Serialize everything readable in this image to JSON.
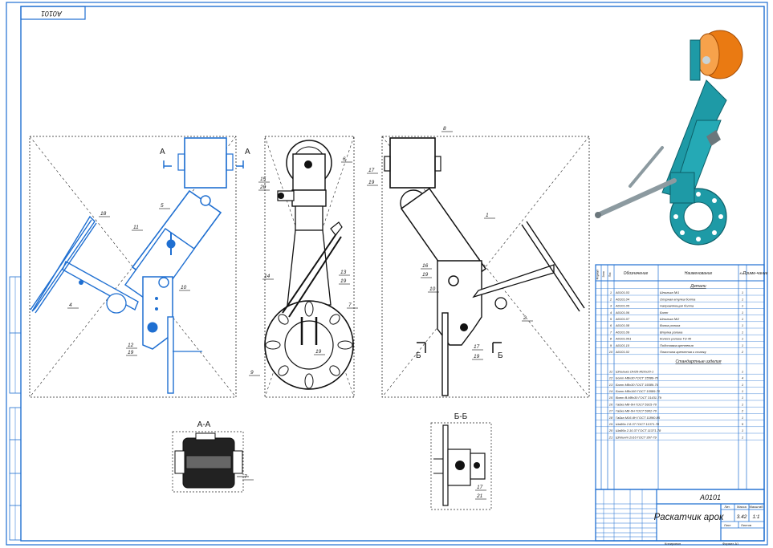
{
  "frame": {
    "corner_stamp": "А0101",
    "view_labels": {
      "aa_arrow_left": "A",
      "aa_arrow_right": "A",
      "section_aa": "A-A",
      "section_bb": "Б-Б",
      "bb_arrow_left": "Б",
      "bb_arrow_right": "Б"
    }
  },
  "callouts": {
    "v1": [
      "18",
      "5",
      "11",
      "10",
      "4",
      "12",
      "19"
    ],
    "v2": [
      "15",
      "20",
      "6",
      "14",
      "13",
      "19",
      "7",
      "19",
      "9"
    ],
    "v3": [
      "8",
      "17",
      "19",
      "1",
      "16",
      "19",
      "10",
      "2",
      "17",
      "19"
    ],
    "aa": [
      "7"
    ],
    "bb": [
      "17",
      "21"
    ]
  },
  "parts_table": {
    "headers": [
      "Формат",
      "Зона",
      "Поз.",
      "Обозначение",
      "Наименование",
      "Кол.",
      "Приме-чание"
    ],
    "section_assemblies": "Детали",
    "section_standard": "Стандартные изделия",
    "rows_parts": [
      {
        "pos": "1",
        "code": "А0101.03",
        "name": "Шпилька №1",
        "qty": "1"
      },
      {
        "pos": "2",
        "code": "А0101.04",
        "name": "Опорная втулка болта",
        "qty": "1"
      },
      {
        "pos": "3",
        "code": "А0101.05",
        "name": "Направляющая болта",
        "qty": "1"
      },
      {
        "pos": "4",
        "code": "А0101.06",
        "name": "Болт",
        "qty": "1"
      },
      {
        "pos": "5",
        "code": "А0101.07",
        "name": "Шпилька №2",
        "qty": "1"
      },
      {
        "pos": "6",
        "code": "А0101.08",
        "name": "Вилка ролика",
        "qty": "1"
      },
      {
        "pos": "7",
        "code": "А0101.09",
        "name": "Втулка ролика",
        "qty": "1"
      },
      {
        "pos": "8",
        "code": "А0101.001",
        "name": "Колесо ролика ТЭ 40",
        "qty": "1"
      },
      {
        "pos": "9",
        "code": "А0101.10",
        "name": "Подставка крепления",
        "qty": "1"
      },
      {
        "pos": "10",
        "code": "А0101.02",
        "name": "Пластина крепления к станку",
        "qty": "2"
      }
    ],
    "rows_standard": [
      {
        "pos": "11",
        "name": "Шпилька ОН26-М10х20-1",
        "qty": "1"
      },
      {
        "pos": "12",
        "name": "Болт М8х30 ГОСТ 15589-70",
        "qty": "4"
      },
      {
        "pos": "13",
        "name": "Болт М8х30 ГОСТ 15589-70",
        "qty": "1"
      },
      {
        "pos": "14",
        "name": "Болт М8х160 ГОСТ 15589-70",
        "qty": "1"
      },
      {
        "pos": "15",
        "name": "Винт В.М8х30 ГОСТ 31431-79",
        "qty": "1"
      },
      {
        "pos": "16",
        "name": "Гайка М8-6Н ГОСТ 5915-70",
        "qty": "1"
      },
      {
        "pos": "17",
        "name": "Гайка М8-6Н ГОСТ 5902-70",
        "qty": "2"
      },
      {
        "pos": "18",
        "name": "Гайка М16-6Н ГОСТ 11860-85",
        "qty": "1"
      },
      {
        "pos": "19",
        "name": "Шайба 2.8.37 ГОСТ 11371-78",
        "qty": "5"
      },
      {
        "pos": "20",
        "name": "Шайба 2.10.37 ГОСТ 11371-78",
        "qty": "1"
      },
      {
        "pos": "21",
        "name": "Шплинт 2х16 ГОСТ 397-79",
        "qty": "1"
      }
    ]
  },
  "title_block": {
    "code": "А0101",
    "title": "Раскатчик арок",
    "mass": "3.42",
    "scale": "1:1",
    "col_litera": "Лит.",
    "col_mass": "Масса",
    "col_scale": "Масштаб",
    "sheet": "Лист",
    "sheets": "Листов",
    "copied": "Копировал",
    "format": "Формат А1"
  }
}
